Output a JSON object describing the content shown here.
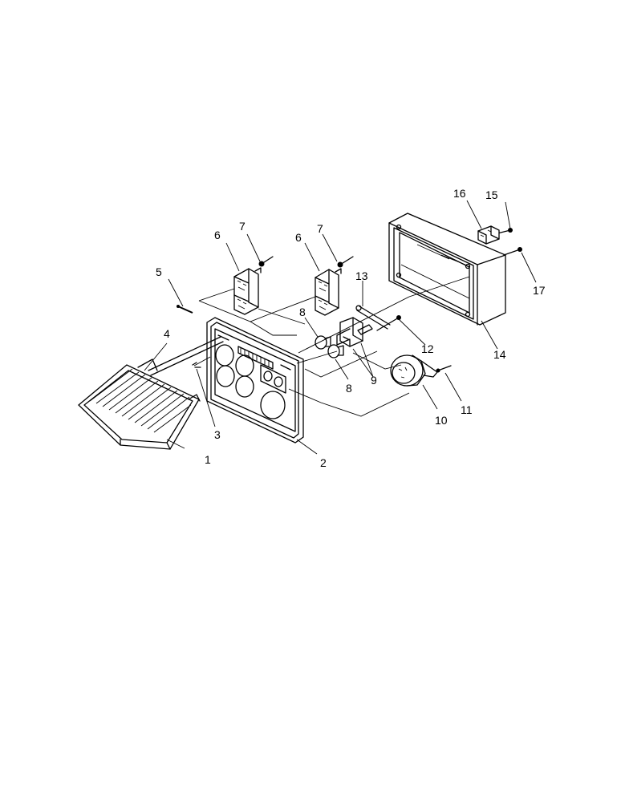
{
  "callouts": [
    {
      "id": "1",
      "label": "1"
    },
    {
      "id": "2",
      "label": "2"
    },
    {
      "id": "3",
      "label": "3"
    },
    {
      "id": "4",
      "label": "4"
    },
    {
      "id": "5",
      "label": "5"
    },
    {
      "id": "6a",
      "label": "6"
    },
    {
      "id": "6b",
      "label": "6"
    },
    {
      "id": "7a",
      "label": "7"
    },
    {
      "id": "7b",
      "label": "7"
    },
    {
      "id": "8a",
      "label": "8"
    },
    {
      "id": "8b",
      "label": "8"
    },
    {
      "id": "9",
      "label": "9"
    },
    {
      "id": "10",
      "label": "10"
    },
    {
      "id": "11",
      "label": "11"
    },
    {
      "id": "12",
      "label": "12"
    },
    {
      "id": "13",
      "label": "13"
    },
    {
      "id": "14",
      "label": "14"
    },
    {
      "id": "15",
      "label": "15"
    },
    {
      "id": "16",
      "label": "16"
    },
    {
      "id": "17",
      "label": "17"
    }
  ]
}
